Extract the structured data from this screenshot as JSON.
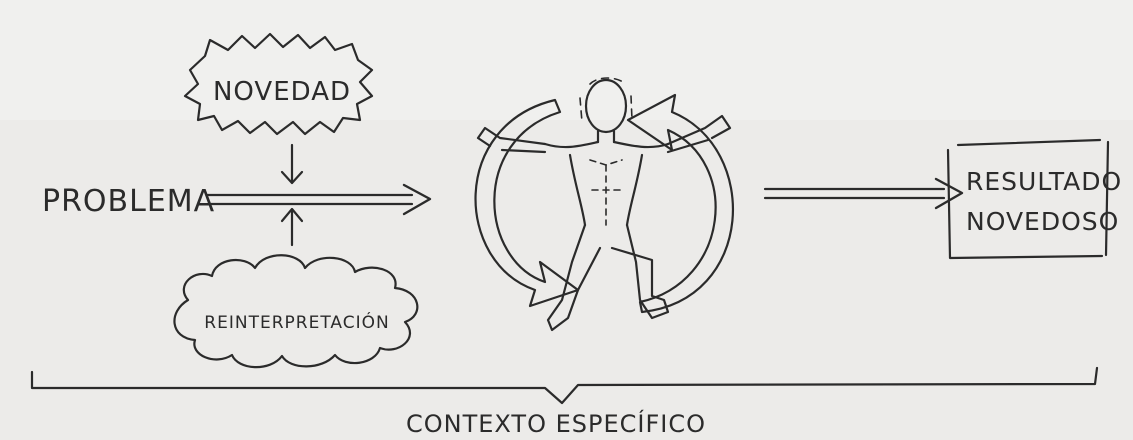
{
  "diagram": {
    "novelty_label": "NOVEDAD",
    "problem_label": "PROBLEMA",
    "reinterpretation_label": "REINTERPRETACIÓN",
    "result_line1": "RESULTADO",
    "result_line2": "NOVEDOSO",
    "context_label": "CONTEXTO ESPECÍFICO"
  },
  "colors": {
    "ink": "#2b2b2b",
    "paper": "#ecebe9"
  }
}
